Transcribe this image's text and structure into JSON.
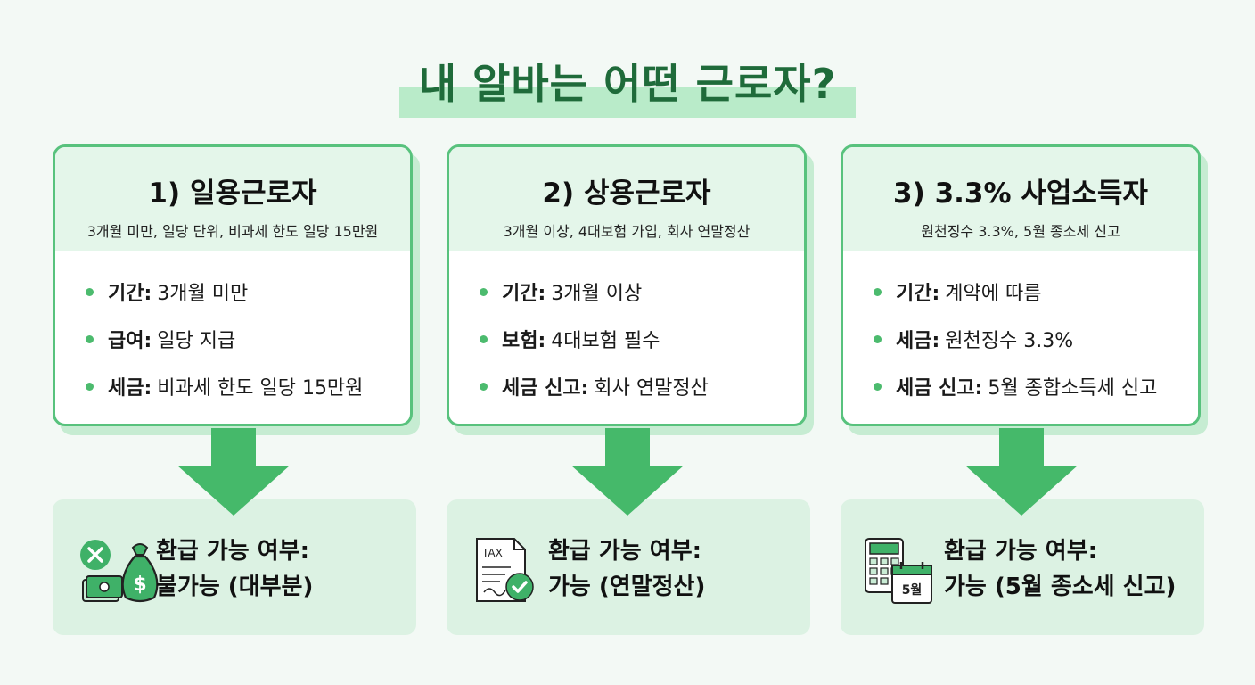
{
  "title": "내 알바는 어떤 근로자?",
  "colors": {
    "accent": "#4cbb6e",
    "border": "#58c27d",
    "head_bg": "#e4f6ea",
    "result_bg": "#dcf2e3",
    "title": "#1f6b3a"
  },
  "cards": [
    {
      "title": "1) 일용근로자",
      "subtitle": "3개월 미만, 일당 단위, 비과세 한도 일당 15만원",
      "items": [
        {
          "label": "기간:",
          "value": "3개월 미만"
        },
        {
          "label": "급여:",
          "value": "일당 지급"
        },
        {
          "label": "세금:",
          "value": "비과세 한도 일당 15만원"
        }
      ],
      "result_label": "환급 가능 여부:",
      "result_value": "불가능 (대부분)",
      "icon": "money-bag-x-icon"
    },
    {
      "title": "2) 상용근로자",
      "subtitle": "3개월 이상, 4대보험 가입, 회사 연말정산",
      "items": [
        {
          "label": "기간:",
          "value": "3개월 이상"
        },
        {
          "label": "보험:",
          "value": "4대보험 필수"
        },
        {
          "label": "세금 신고:",
          "value": "회사 연말정산"
        }
      ],
      "result_label": "환급 가능 여부:",
      "result_value": "가능 (연말정산)",
      "icon": "tax-document-check-icon",
      "icon_text": "TAX"
    },
    {
      "title": "3) 3.3% 사업소득자",
      "subtitle": "원천징수 3.3%, 5월 종소세 신고",
      "items": [
        {
          "label": "기간:",
          "value": "계약에 따름"
        },
        {
          "label": "세금:",
          "value": "원천징수 3.3%"
        },
        {
          "label": "세금 신고:",
          "value": "5월 종합소득세 신고"
        }
      ],
      "result_label": "환급 가능 여부:",
      "result_value": "가능 (5월 종소세 신고)",
      "icon": "calculator-calendar-icon",
      "icon_text": "5월"
    }
  ]
}
